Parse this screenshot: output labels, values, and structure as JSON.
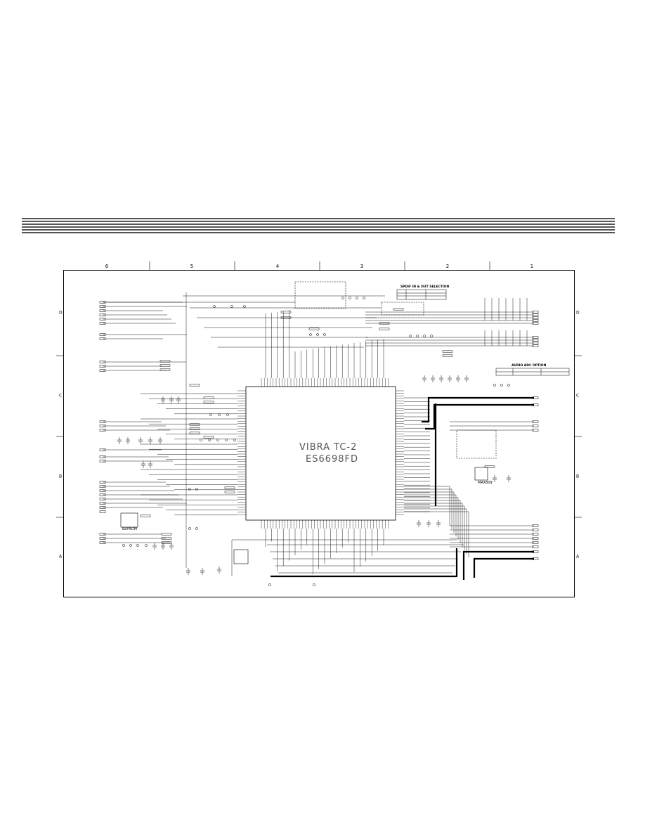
{
  "header": {
    "stripe_count": 6
  },
  "grid": {
    "columns": [
      "6",
      "5",
      "4",
      "3",
      "2",
      "1"
    ],
    "rows": [
      "D",
      "C",
      "B",
      "A"
    ]
  },
  "chip": {
    "name": "VIBRA TC-2",
    "part": "ES6698FD"
  },
  "tables": {
    "spdif": "SPDIF IN & OUT SELECTION",
    "audio_adc": "AUDIO ADC OPTION"
  },
  "labels": {
    "eeprom": "EEPROM",
    "max": "MAX809"
  },
  "colors": {
    "line": "#000000",
    "chip_text": "#555555",
    "stripe": "#555555"
  }
}
